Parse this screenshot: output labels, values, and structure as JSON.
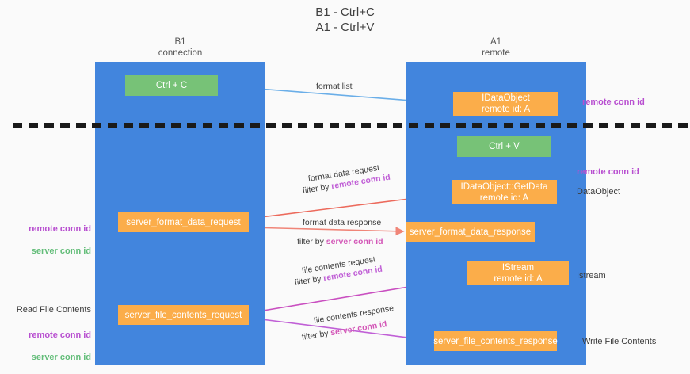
{
  "diagram": {
    "title": "B1 - Ctrl+C\nA1 - Ctrl+V",
    "background_color": "#fafafa",
    "lane_color": "#4285dd",
    "green_color": "#77c277",
    "orange_color": "#fbad4a",
    "purple_color": "#b84fd0",
    "green_text_color": "#63bd79",
    "divider_color": "#1a1a1a"
  },
  "lanes": [
    {
      "id": "b1",
      "label": "B1\nconnection"
    },
    {
      "id": "a1",
      "label": "A1\nremote"
    }
  ],
  "nodes": [
    {
      "id": "ctrl-c",
      "label": "Ctrl + C",
      "color": "green"
    },
    {
      "id": "idataobject-remote",
      "label": "IDataObject\nremote id: A",
      "color": "orange"
    },
    {
      "id": "ctrl-v",
      "label": "Ctrl + V",
      "color": "green"
    },
    {
      "id": "idataobject-getdata",
      "label": "IDataObject::GetData\nremote id: A",
      "color": "orange"
    },
    {
      "id": "server-format-data-request",
      "label": "server_format_data_request",
      "color": "orange"
    },
    {
      "id": "server-format-data-response",
      "label": "server_format_data_response",
      "color": "orange"
    },
    {
      "id": "istream",
      "label": "IStream\nremote id: A",
      "color": "orange"
    },
    {
      "id": "server-file-contents-request",
      "label": "server_file_contents_request",
      "color": "orange"
    },
    {
      "id": "server-file-contents-response",
      "label": "server_file_contents_response",
      "color": "orange"
    }
  ],
  "edge_labels": {
    "format_list": "format list",
    "format_data_request": "format data request",
    "format_data_request_filter_prefix": "filter by ",
    "format_data_request_filter_key": "remote conn id",
    "format_data_response": "format data response",
    "format_data_response_filter_prefix": "filter by ",
    "format_data_response_filter_key": "server conn id",
    "file_contents_request": "file contents request",
    "file_contents_request_filter_prefix": "filter by ",
    "file_contents_request_filter_key": "remote conn id",
    "file_contents_response": "file contents response",
    "file_contents_response_filter_prefix": "filter by ",
    "file_contents_response_filter_key": "server conn id"
  },
  "annotations": {
    "right_remote_conn_id_top": "remote conn id",
    "right_remote_conn_id_mid": "remote conn id",
    "right_dataobject": "DataObject",
    "right_istream": "Istream",
    "right_write_file_contents": "Write File Contents",
    "left_remote_conn_id": "remote conn id",
    "left_server_conn_id": "server conn id",
    "left_read_file_contents": "Read File Contents",
    "left_remote_conn_id_2": "remote conn id",
    "left_server_conn_id_2": "server conn id"
  }
}
